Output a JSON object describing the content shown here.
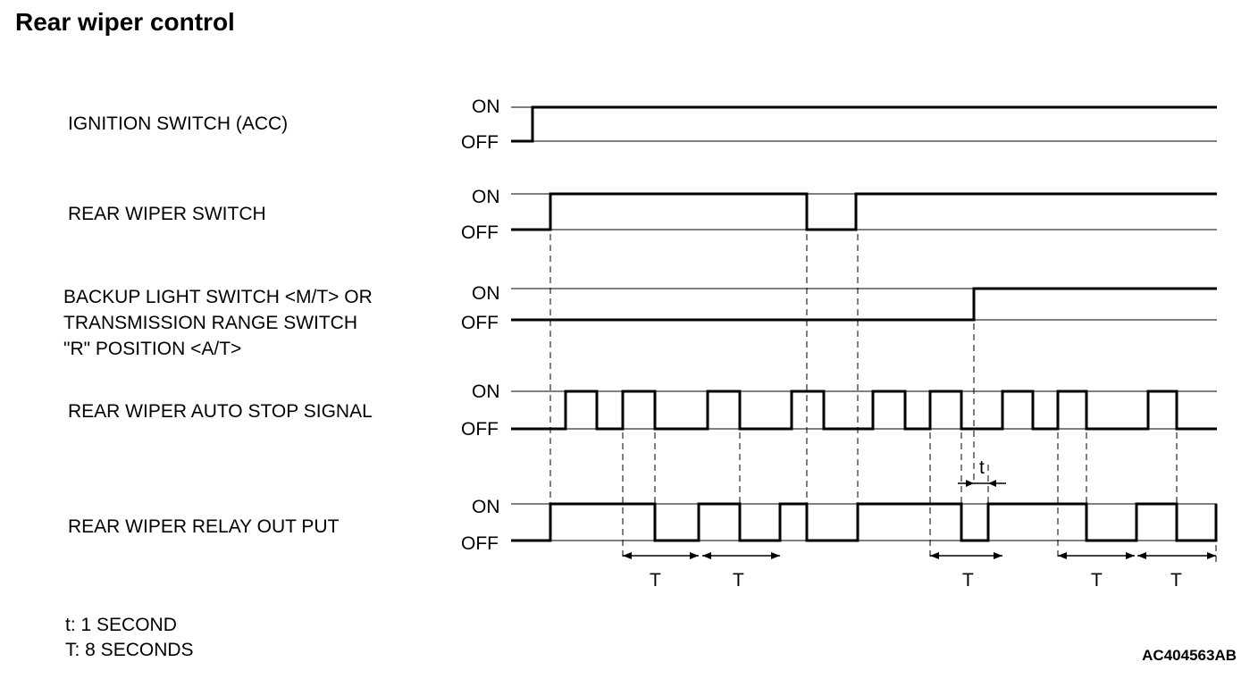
{
  "title": "Rear wiper control",
  "signals": [
    {
      "label_lines": [
        "IGNITION SWITCH (ACC)"
      ],
      "on": "ON",
      "off": "OFF"
    },
    {
      "label_lines": [
        "REAR WIPER SWITCH"
      ],
      "on": "ON",
      "off": "OFF"
    },
    {
      "label_lines": [
        "BACKUP LIGHT SWITCH <M/T> OR",
        "TRANSMISSION RANGE SWITCH",
        "\"R\" POSITION <A/T>"
      ],
      "on": "ON",
      "off": "OFF"
    },
    {
      "label_lines": [
        "REAR WIPER AUTO STOP SIGNAL"
      ],
      "on": "ON",
      "off": "OFF"
    },
    {
      "label_lines": [
        "REAR WIPER RELAY OUT PUT"
      ],
      "on": "ON",
      "off": "OFF"
    }
  ],
  "intervals": {
    "small": "t",
    "large": "T"
  },
  "notes": [
    "t: 1 SECOND",
    "T: 8 SECONDS"
  ],
  "figure_code": "AC404563AB"
}
